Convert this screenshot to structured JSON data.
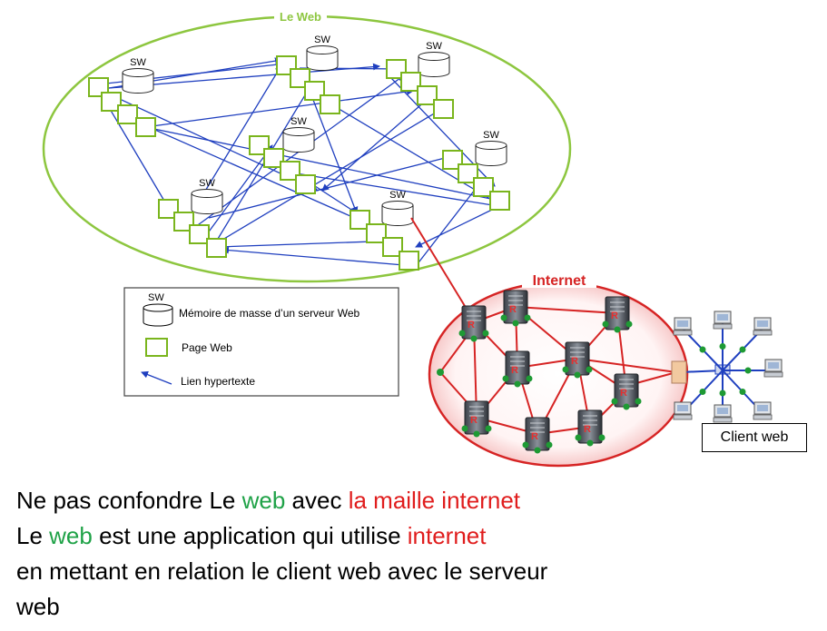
{
  "diagram": {
    "web_title": "Le Web",
    "server_label": "SW",
    "internet_title": "Internet",
    "router_label": "R",
    "client_box": "Client web",
    "legend": {
      "server_label": "SW",
      "server_text": "Mémoire de masse d’un serveur Web",
      "page_text": "Page Web",
      "link_text": "Lien hypertexte"
    },
    "colors": {
      "ellipse": "#8dc63f",
      "page_stroke": "#7ab51d",
      "link": "#1f3fbf",
      "internet": "#d62424",
      "node_dot": "#1e9a34"
    }
  },
  "caption": {
    "line1": {
      "a": "Ne pas confondre Le ",
      "b": "web",
      "c": " avec ",
      "d": "la maille internet"
    },
    "line2": {
      "a": "Le ",
      "b": "web",
      "c": " est une application qui utilise ",
      "d": "internet"
    },
    "line3": "en mettant en relation le client web avec le serveur",
    "line4": "web"
  }
}
